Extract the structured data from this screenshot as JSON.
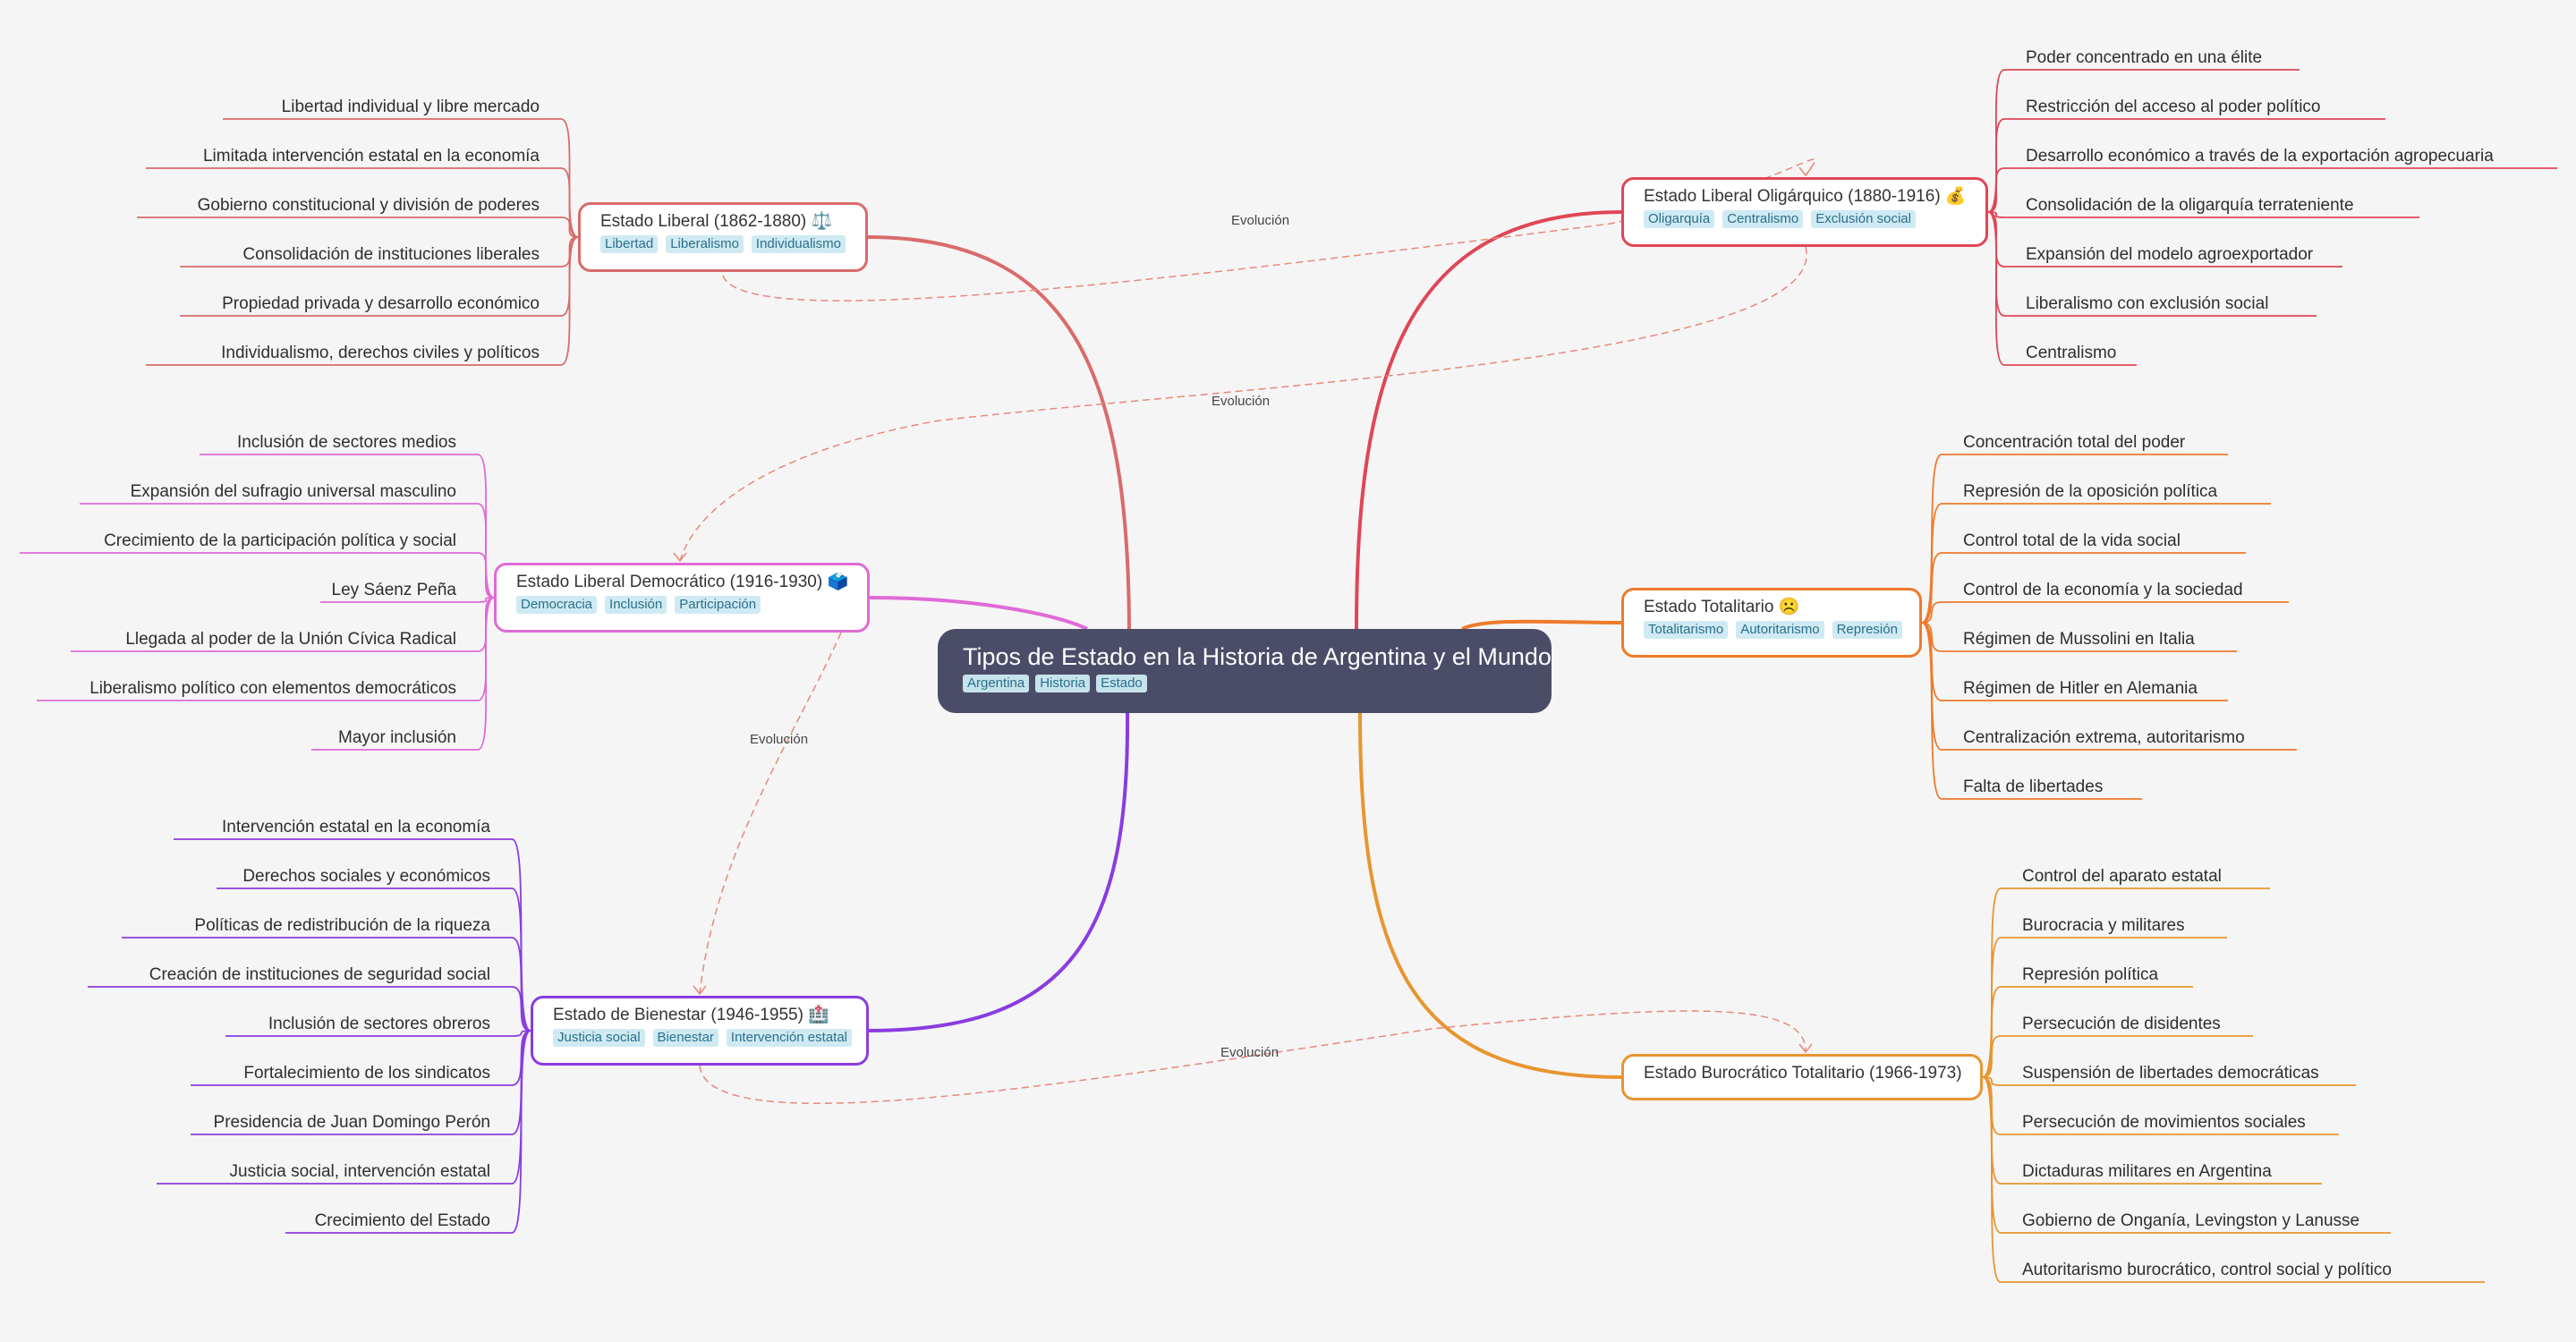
{
  "root": {
    "title": "Tipos de Estado en la Historia de Argentina y el Mundo",
    "tags": [
      "Argentina",
      "Historia",
      "Estado"
    ]
  },
  "colors": {
    "background": "#f5f5f5",
    "root": "#4b4d68",
    "tag_bg": "#cfeaf3",
    "liberal": "#d96b6b",
    "democratico": "#e06ad6",
    "bienestar": "#8a3ce0",
    "oligarquico": "#e04656",
    "totalitario": "#ee7a2a",
    "burocratico": "#e89530"
  },
  "branches": [
    {
      "key": "liberal",
      "title": "Estado Liberal (1862-1880) ⚖️",
      "tags": [
        "Libertad",
        "Liberalismo",
        "Individualismo"
      ],
      "children": [
        "Libertad individual y libre mercado",
        "Limitada intervención estatal en la economía",
        "Gobierno constitucional y división de poderes",
        "Consolidación de instituciones liberales",
        "Propiedad privada y desarrollo económico",
        "Individualismo, derechos civiles y políticos"
      ]
    },
    {
      "key": "democratico",
      "title": "Estado Liberal Democrático (1916-1930) 🗳️",
      "tags": [
        "Democracia",
        "Inclusión",
        "Participación"
      ],
      "children": [
        "Inclusión de sectores medios",
        "Expansión del sufragio universal masculino",
        "Crecimiento de la participación política y social",
        "Ley Sáenz Peña",
        "Llegada al poder de la Unión Cívica Radical",
        "Liberalismo político con elementos democráticos",
        "Mayor inclusión"
      ]
    },
    {
      "key": "bienestar",
      "title": "Estado de Bienestar (1946-1955) 🏥",
      "tags": [
        "Justicia social",
        "Bienestar",
        "Intervención estatal"
      ],
      "children": [
        "Intervención estatal en la economía",
        "Derechos sociales y económicos",
        "Políticas de redistribución de la riqueza",
        "Creación de instituciones de seguridad social",
        "Inclusión de sectores obreros",
        "Fortalecimiento de los sindicatos",
        "Presidencia de Juan Domingo Perón",
        "Justicia social, intervención estatal",
        "Crecimiento del Estado"
      ]
    },
    {
      "key": "oligarquico",
      "title": "Estado Liberal Oligárquico (1880-1916) 💰",
      "tags": [
        "Oligarquía",
        "Centralismo",
        "Exclusión social"
      ],
      "children": [
        "Poder concentrado en una élite",
        "Restricción del acceso al poder político",
        "Desarrollo económico a través de la exportación agropecuaria",
        "Consolidación de la oligarquía terrateniente",
        "Expansión del modelo agroexportador",
        "Liberalismo con exclusión social",
        "Centralismo"
      ]
    },
    {
      "key": "totalitario",
      "title": "Estado Totalitario ☹️",
      "tags": [
        "Totalitarismo",
        "Autoritarismo",
        "Represión"
      ],
      "children": [
        "Concentración total del poder",
        "Represión de la oposición política",
        "Control total de la vida social",
        "Control de la economía y la sociedad",
        "Régimen de Mussolini en Italia",
        "Régimen de Hitler en Alemania",
        "Centralización extrema, autoritarismo",
        "Falta de libertades"
      ]
    },
    {
      "key": "burocratico",
      "title": "Estado Burocrático Totalitario (1966-1973)",
      "tags": [],
      "children": [
        "Control del aparato estatal",
        "Burocracia y militares",
        "Represión política",
        "Persecución de disidentes",
        "Suspensión de libertades democráticas",
        "Persecución de movimientos sociales",
        "Dictaduras militares en Argentina",
        "Gobierno de Onganía, Levingston y Lanusse",
        "Autoritarismo burocrático, control social y político"
      ]
    }
  ],
  "relationships": [
    {
      "from": "liberal",
      "to": "oligarquico",
      "label": "Evolución"
    },
    {
      "from": "oligarquico",
      "to": "democratico",
      "label": "Evolución"
    },
    {
      "from": "democratico",
      "to": "bienestar",
      "label": "Evolución"
    },
    {
      "from": "bienestar",
      "to": "burocratico",
      "label": "Evolución"
    }
  ]
}
